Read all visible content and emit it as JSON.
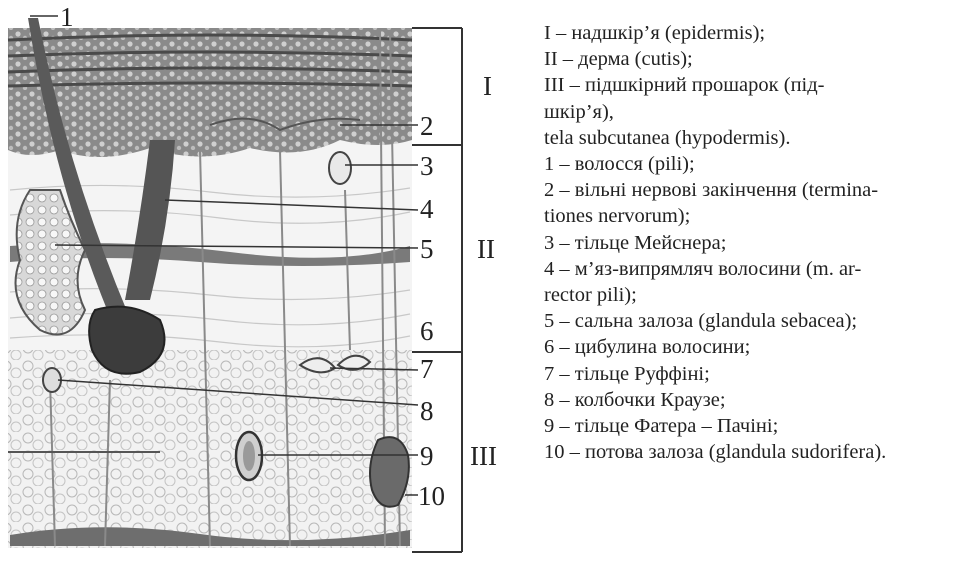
{
  "diagram": {
    "layer_labels": {
      "epidermis": "I",
      "dermis": "II",
      "hypodermis": "III"
    },
    "part_labels": {
      "hair": "1",
      "nerve_endings": "2",
      "meissner": "3",
      "arrector": "4",
      "sebaceous": "5",
      "bulb": "6",
      "ruffini": "7",
      "krause": "8",
      "vater_pacini": "9",
      "sweat": "10"
    }
  },
  "legend": {
    "lines": [
      "I – надшкір’я (epidermis);",
      "II – дерма (cutis);",
      "III – підшкірний прошарок (під-",
      "шкір’я),",
      "tela subcutanea (hypodermis).",
      "1 – волосся (pili);",
      "2 – вільні нервові закінчення (termina-",
      "tiones nervorum);",
      "3 – тільце Мейснера;",
      "4 – м’яз-випрямляч волосини (m. ar-",
      "rector pili);",
      "5 – сальна залоза (glandula sebacea);",
      "6 – цибулина волосини;",
      "7 – тільце Руффіні;",
      "8 – колбочки Краузе;",
      "9 – тільце Фатера – Пачіні;",
      "10 – потова залоза (glandula sudorifera)."
    ]
  }
}
